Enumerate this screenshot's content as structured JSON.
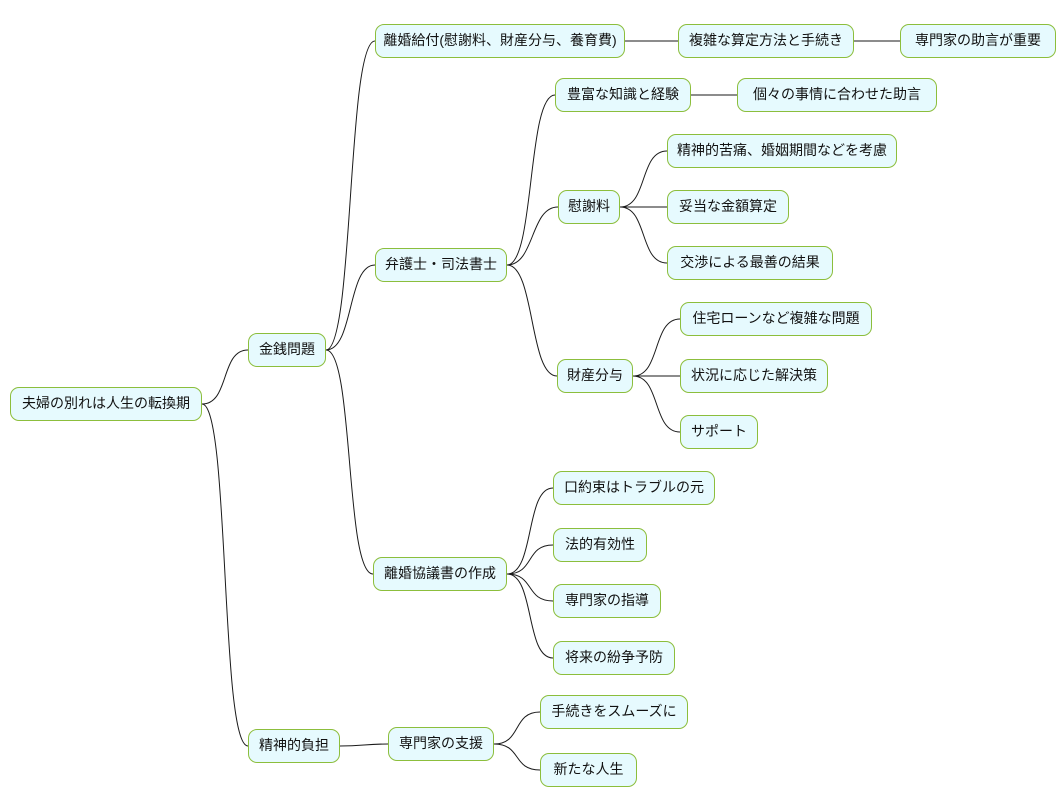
{
  "diagram": {
    "type": "mindmap",
    "colors": {
      "background": "#ffffff",
      "node_fill": "#e6fafe",
      "node_border": "#8cbe3c",
      "edge": "#1a1a1a",
      "text": "#111111"
    },
    "root": {
      "label": "夫婦の別れは人生の転換期",
      "children": [
        {
          "label": "金銭問題",
          "children": [
            {
              "label": "離婚給付(慰謝料、財産分与、養育費)",
              "children": [
                {
                  "label": "複雑な算定方法と手続き",
                  "children": [
                    {
                      "label": "専門家の助言が重要"
                    }
                  ]
                }
              ]
            },
            {
              "label": "弁護士・司法書士",
              "children": [
                {
                  "label": "豊富な知識と経験",
                  "children": [
                    {
                      "label": "個々の事情に合わせた助言"
                    }
                  ]
                },
                {
                  "label": "慰謝料",
                  "children": [
                    {
                      "label": "精神的苦痛、婚姻期間などを考慮"
                    },
                    {
                      "label": "妥当な金額算定"
                    },
                    {
                      "label": "交渉による最善の結果"
                    }
                  ]
                },
                {
                  "label": "財産分与",
                  "children": [
                    {
                      "label": "住宅ローンなど複雑な問題"
                    },
                    {
                      "label": "状況に応じた解決策"
                    },
                    {
                      "label": "サポート"
                    }
                  ]
                }
              ]
            },
            {
              "label": "離婚協議書の作成",
              "children": [
                {
                  "label": "口約束はトラブルの元"
                },
                {
                  "label": "法的有効性"
                },
                {
                  "label": "専門家の指導"
                },
                {
                  "label": "将来の紛争予防"
                }
              ]
            }
          ]
        },
        {
          "label": "精神的負担",
          "children": [
            {
              "label": "専門家の支援",
              "children": [
                {
                  "label": "手続きをスムーズに"
                },
                {
                  "label": "新たな人生"
                }
              ]
            }
          ]
        }
      ]
    }
  }
}
